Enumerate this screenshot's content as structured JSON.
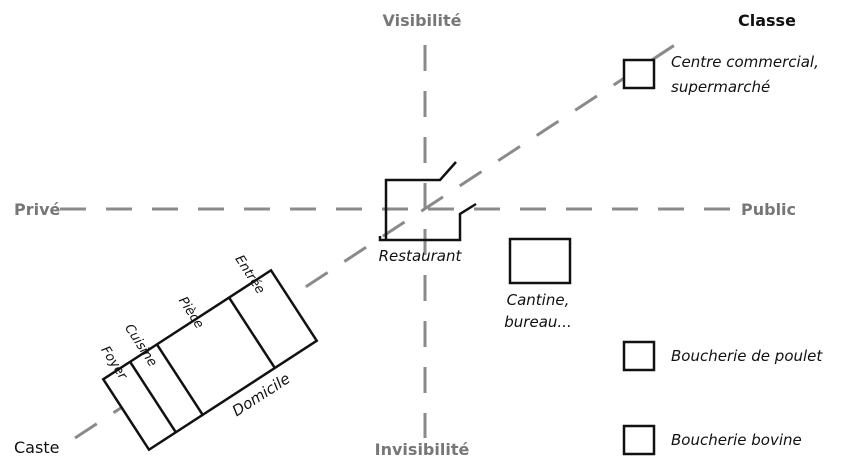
{
  "axes": {
    "top": "Visibilité",
    "bottom": "Invisibilité",
    "left": "Privé",
    "right": "Public",
    "diagonal_low": "Caste"
  },
  "legend": {
    "title": "Classe",
    "items": [
      {
        "label_line1": "Centre commercial,",
        "label_line2": "supermarché"
      },
      {
        "label_line1": "Boucherie de poulet"
      },
      {
        "label_line1": "Boucherie bovine"
      }
    ]
  },
  "places": {
    "restaurant": "Restaurant",
    "cantine_line1": "Cantine,",
    "cantine_line2": "bureau..."
  },
  "domicile": {
    "label": "Domicile",
    "rooms": [
      "Foyer",
      "Cuisine",
      "Pièce",
      "Entrée"
    ]
  }
}
